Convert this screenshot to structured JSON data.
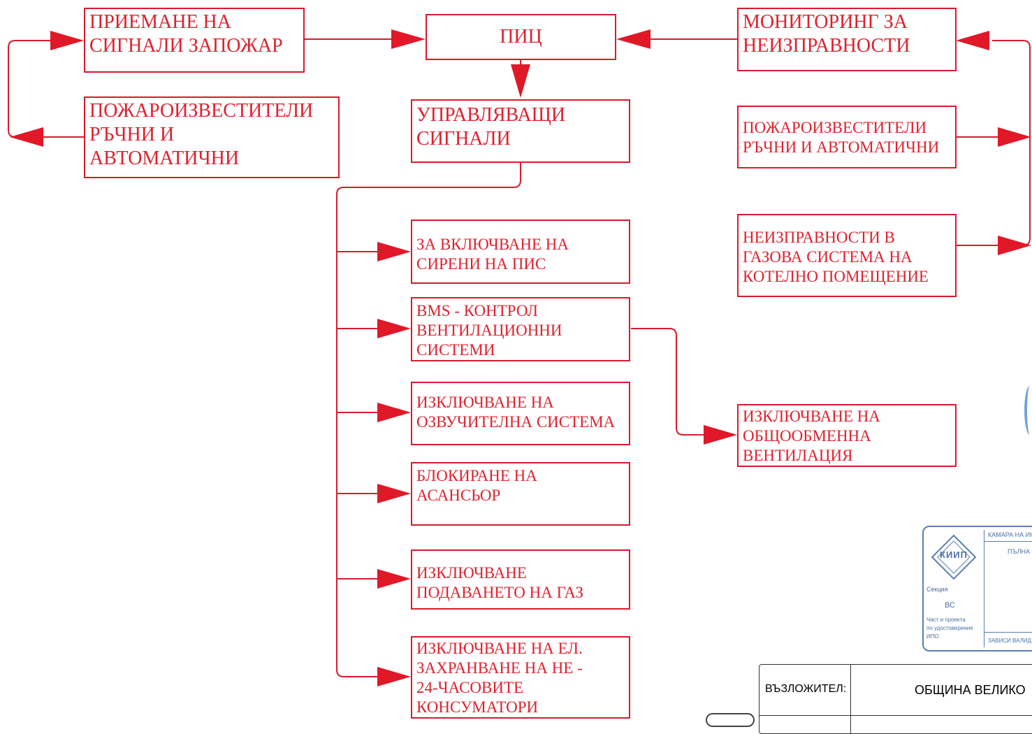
{
  "colors": {
    "line": "#d81b2b",
    "text": "#e0202e",
    "stamp": "#4a6fa5"
  },
  "boxes": {
    "receive": [
      "ПРИЕМАНЕ НА",
      "СИГНАЛИ ЗАПОЖАР"
    ],
    "pic": "ПИЦ",
    "monitoring": [
      "МОНИТОРИНГ ЗА",
      "НЕИЗПРАВНОСТИ"
    ],
    "detectors_left": [
      "ПОЖАРОИЗВЕСТИТЕЛИ",
      "РЪЧНИ И",
      "АВТОМАТИЧНИ"
    ],
    "control_signals": [
      "УПРАВЛЯВАЩИ",
      "СИГНАЛИ"
    ],
    "detectors_right": [
      "ПОЖАРОИЗВЕСТИТЕЛИ",
      "РЪЧНИ И АВТОМАТИЧНИ"
    ],
    "sirens": [
      "ЗА ВКЛЮЧВАНЕ НА",
      "СИРЕНИ НА  ПИС"
    ],
    "gas_faults": [
      "НЕИЗПРАВНОСТИ В",
      "ГАЗОВА СИСТЕМА НА",
      "КОТЕЛНО ПОМЕЩЕНИЕ"
    ],
    "bms": [
      "BMS - КОНТРОЛ",
      "ВЕНТИЛАЦИОННИ",
      "СИСТЕМИ"
    ],
    "audio_off": [
      "ИЗКЛЮЧВАНЕ НА",
      "ОЗВУЧИТЕЛНА СИСТЕМА"
    ],
    "vent_off": [
      "ИЗКЛЮЧВАНЕ НА",
      "ОБЩООБМЕННА",
      "ВЕНТИЛАЦИЯ"
    ],
    "elevator": [
      "БЛОКИРАНЕ НА",
      "АСАНСЬОР"
    ],
    "gas_off": [
      "ИЗКЛЮЧВАНЕ",
      "ПОДАВАНЕТО НА  ГАЗ"
    ],
    "power_off": [
      "ИЗКЛЮЧВАНЕ НА ЕЛ.",
      "ЗАХРАНВАНЕ НА НЕ -",
      "24-ЧАСОВИТЕ",
      "КОНСУМАТОРИ"
    ]
  },
  "stamp": {
    "logo": "КИИП",
    "header1": "КАМАРА НА ИНЖ",
    "header2": "ПЪЛНА",
    "section_label": "Секция",
    "section_value": "ВС",
    "part_label_1": "Част и проекта",
    "part_label_2": "по удостоверение",
    "part_label_3": "ИПО",
    "footer": "ЗАВИСИ ВАЛИД"
  },
  "title_block": {
    "label": "ВЪЗЛОЖИТЕЛ:",
    "value": "ОБЩИНА ВЕЛИКО"
  }
}
